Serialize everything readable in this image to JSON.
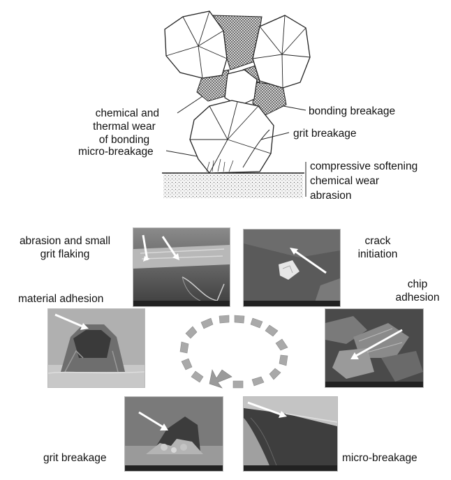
{
  "top_diagram": {
    "labels": {
      "chemical_thermal_wear": "chemical and\nthermal wear\nof bonding",
      "bonding_breakage": "bonding breakage",
      "grit_breakage": "grit breakage",
      "micro_breakage": "micro-breakage",
      "compressive_softening": "compressive softening",
      "chemical_wear": "chemical wear",
      "abrasion": "abrasion"
    }
  },
  "wear_cycle": {
    "items": [
      {
        "key": "abrasion_flaking",
        "label": "abrasion and small\ngrit flaking"
      },
      {
        "key": "crack_initiation",
        "label": "crack\ninitiation"
      },
      {
        "key": "chip_adhesion",
        "label": "chip\nadhesion"
      },
      {
        "key": "micro_breakage",
        "label": "micro-breakage"
      },
      {
        "key": "grit_breakage",
        "label": "grit breakage"
      },
      {
        "key": "material_adhesion",
        "label": "material adhesion"
      }
    ]
  }
}
